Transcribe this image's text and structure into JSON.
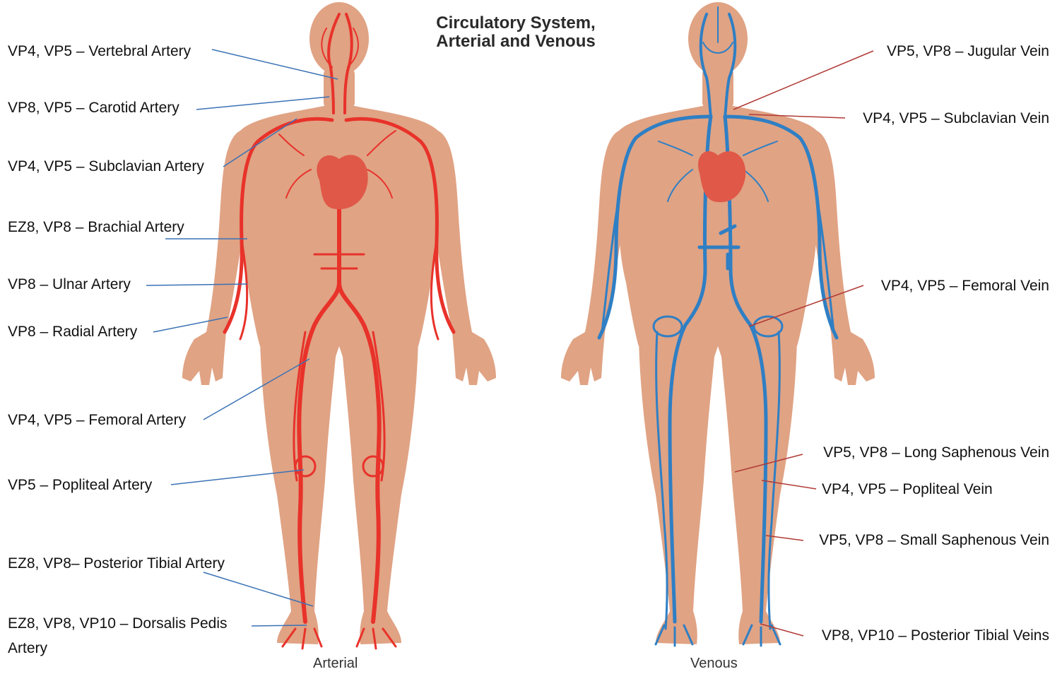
{
  "title_line1": "Circulatory System,",
  "title_line2": "Arterial and Venous",
  "captions": {
    "arterial": "Arterial",
    "venous": "Venous"
  },
  "colors": {
    "skin": "#e0a384",
    "skin_shadow": "#c98b6c",
    "artery": "#e8322a",
    "vein": "#2f7fc4",
    "heart": "#e05848",
    "arterial_leader": "#3a72b5",
    "venous_leader": "#b03a36"
  },
  "arterial_labels": [
    "VP4, VP5 – Vertebral Artery",
    "VP8, VP5 – Carotid Artery",
    "VP4, VP5 – Subclavian Artery",
    "EZ8, VP8 – Brachial Artery",
    "VP8 – Ulnar Artery",
    "VP8 – Radial Artery",
    "VP4, VP5 – Femoral Artery",
    "VP5 – Popliteal Artery",
    "EZ8, VP8– Posterior Tibial Artery",
    "EZ8, VP8, VP10 – Dorsalis Pedis",
    "Artery"
  ],
  "venous_labels": [
    "VP5, VP8 – Jugular Vein",
    "VP4, VP5 – Subclavian Vein",
    "VP4, VP5 – Femoral Vein",
    "VP5, VP8 – Long Saphenous Vein",
    "VP4, VP5 – Popliteal Vein",
    "VP5, VP8 – Small Saphenous Vein",
    "VP8, VP10 – Posterior Tibial Veins"
  ]
}
